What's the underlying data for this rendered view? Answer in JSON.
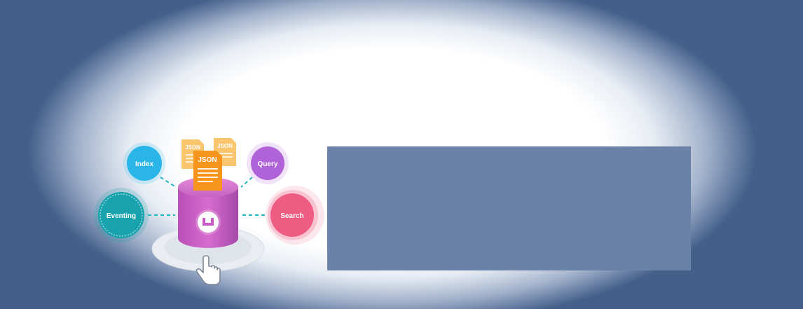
{
  "illustration": {
    "nodes": {
      "index": "Index",
      "query": "Query",
      "eventing": "Eventing",
      "search": "Search"
    },
    "documents": {
      "back_left": "JSON",
      "back_right": "JSON",
      "front": "JSON"
    },
    "icons": {
      "database": "database-icon",
      "bucket_logo": "bucket-logo-icon",
      "pointer": "hand-pointer-icon"
    },
    "colors": {
      "background": "#435f8a",
      "index": "#29b5e8",
      "query": "#b063d8",
      "eventing": "#17a2ad",
      "search": "#ee5c84",
      "database": "#c95bc4",
      "json_front": "#f7941d",
      "json_back": "#fbc56e",
      "connector": "#27b3c6",
      "panel": "#6a82a8"
    }
  }
}
